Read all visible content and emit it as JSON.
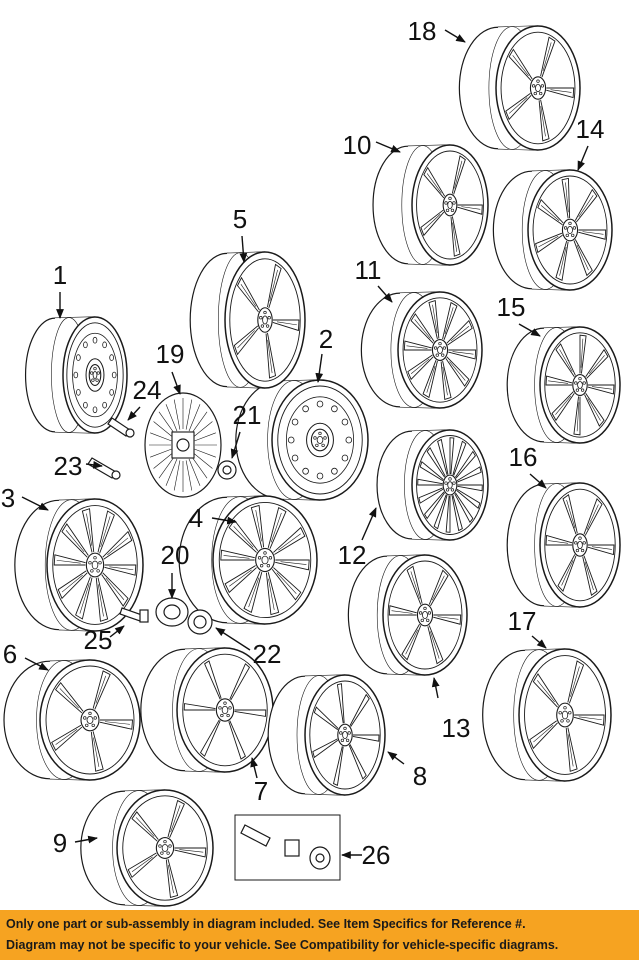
{
  "parts": [
    {
      "label": "1"
    },
    {
      "label": "2"
    },
    {
      "label": "3"
    },
    {
      "label": "4"
    },
    {
      "label": "5"
    },
    {
      "label": "6"
    },
    {
      "label": "7"
    },
    {
      "label": "8"
    },
    {
      "label": "9"
    },
    {
      "label": "10"
    },
    {
      "label": "11"
    },
    {
      "label": "12"
    },
    {
      "label": "13"
    },
    {
      "label": "14"
    },
    {
      "label": "15"
    },
    {
      "label": "16"
    },
    {
      "label": "17"
    },
    {
      "label": "18"
    },
    {
      "label": "19"
    },
    {
      "label": "20"
    },
    {
      "label": "21"
    },
    {
      "label": "22"
    },
    {
      "label": "23"
    },
    {
      "label": "24"
    },
    {
      "label": "25"
    },
    {
      "label": "26"
    }
  ],
  "footer": {
    "line1": "Only one part or sub-assembly in diagram included. See Item Specifics for Reference #.",
    "line2": "Diagram may not be specific to your vehicle. See Compatibility for vehicle-specific diagrams.",
    "background": "#f6a321"
  }
}
